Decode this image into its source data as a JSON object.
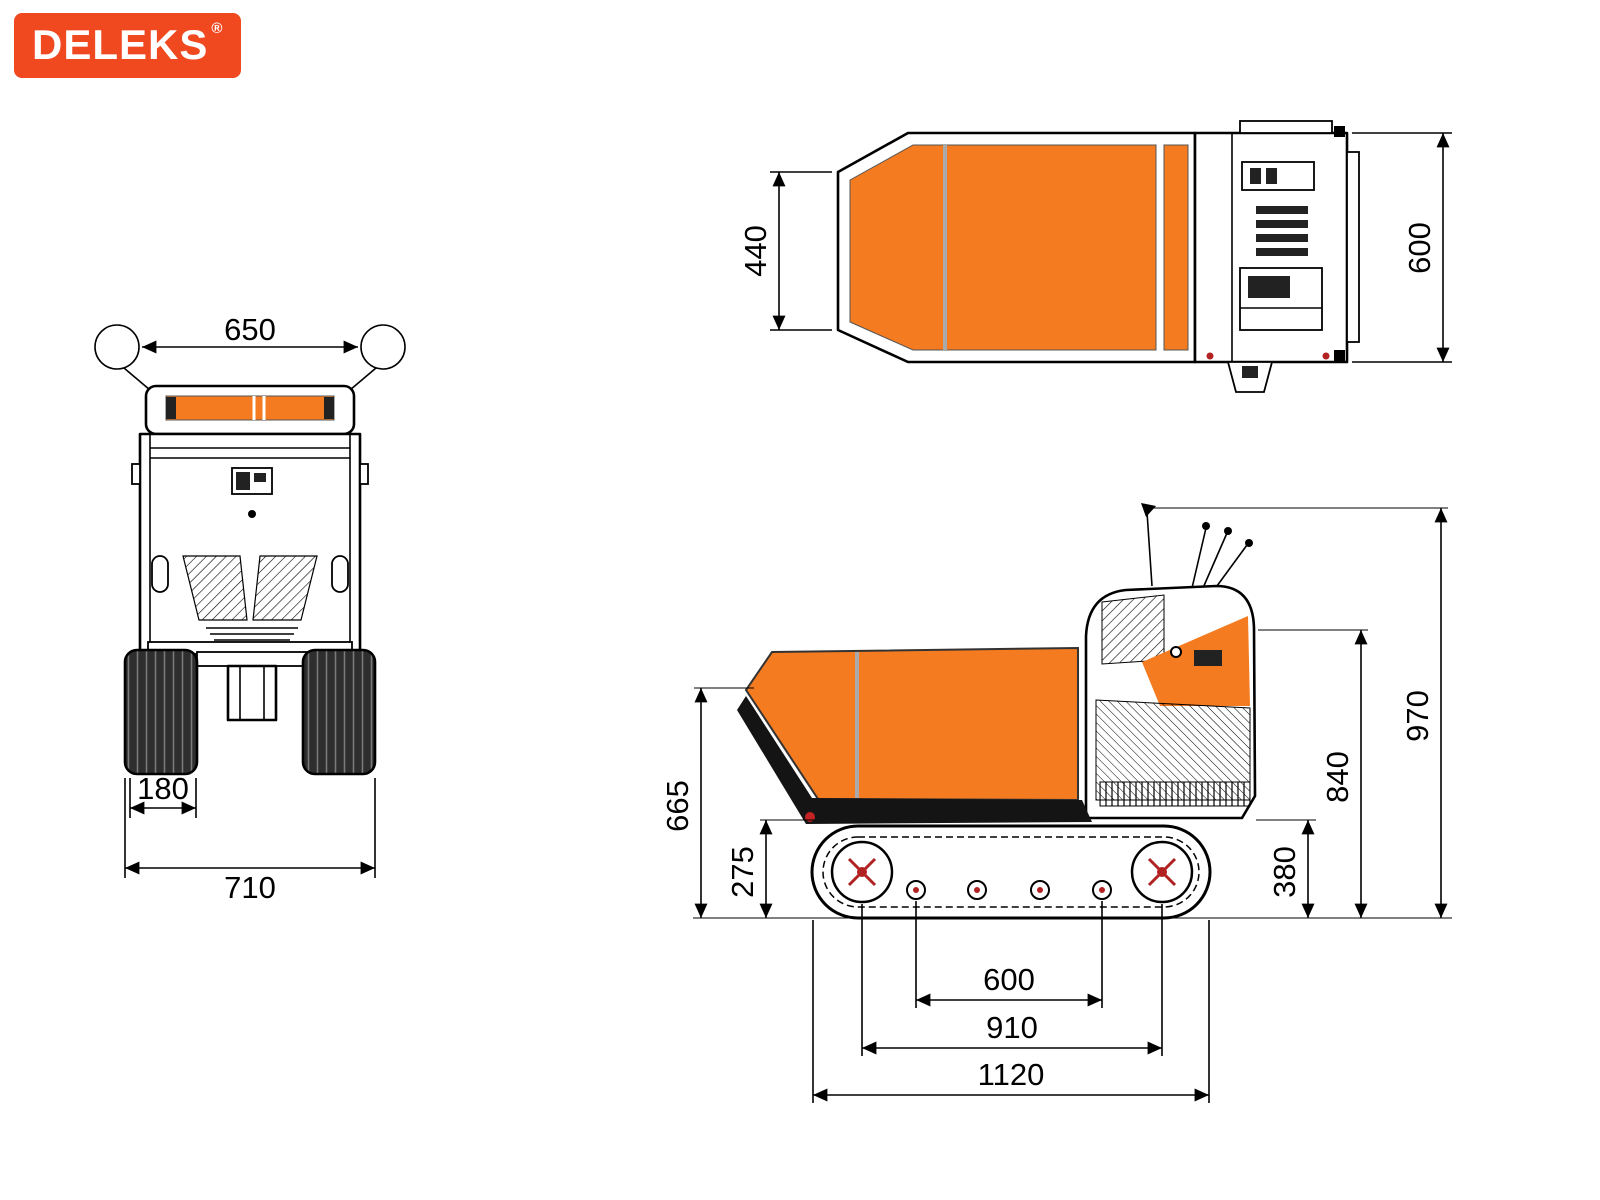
{
  "logo": {
    "text": "DELEKS",
    "registered": "®"
  },
  "colors": {
    "brand_red_orange": "#F0481F",
    "machine_orange": "#F47B20",
    "line_black": "#000000",
    "background": "#FFFFFF"
  },
  "views": {
    "front": {
      "dims": {
        "handle_width": "650",
        "track_width": "180",
        "overall_width": "710"
      }
    },
    "top": {
      "dims": {
        "hopper_front_width": "440",
        "overall_width": "600"
      }
    },
    "side": {
      "dims": {
        "loading_edge_height": "665",
        "chassis_height": "275",
        "engine_cover_height": "840",
        "overall_height": "970",
        "track_height": "380",
        "roller_span": "600",
        "sprocket_span": "910",
        "overall_length": "1120"
      }
    }
  }
}
